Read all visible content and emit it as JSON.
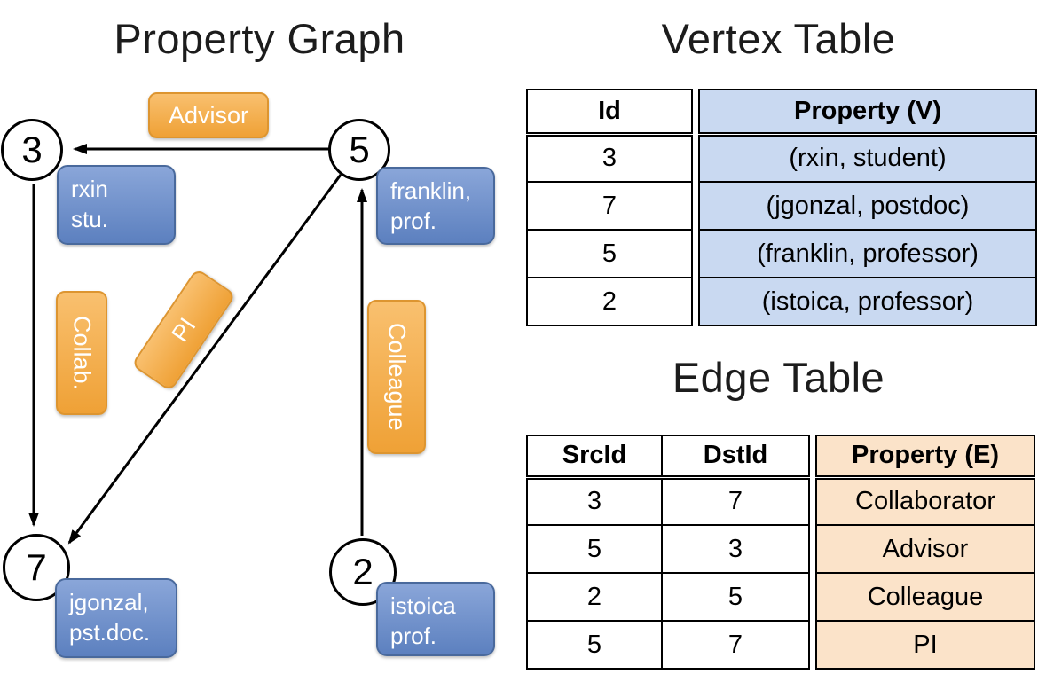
{
  "graph": {
    "title": "Property Graph",
    "nodes": [
      {
        "label": "3"
      },
      {
        "label": "5"
      },
      {
        "label": "7"
      },
      {
        "label": "2"
      }
    ],
    "vertex_boxes": [
      {
        "text": "rxin\nstu."
      },
      {
        "text": "franklin,\nprof."
      },
      {
        "text": "jgonzal,\npst.doc."
      },
      {
        "text": "istoica\nprof."
      }
    ],
    "edge_boxes": [
      {
        "label": "Advisor"
      },
      {
        "label": "Collab."
      },
      {
        "label": "PI"
      },
      {
        "label": "Colleague"
      }
    ]
  },
  "vertex_table": {
    "title": "Vertex Table",
    "columns": {
      "id": "Id",
      "property": "Property (V)"
    },
    "rows": [
      {
        "id": "3",
        "property": "(rxin, student)"
      },
      {
        "id": "7",
        "property": "(jgonzal, postdoc)"
      },
      {
        "id": "5",
        "property": "(franklin, professor)"
      },
      {
        "id": "2",
        "property": "(istoica, professor)"
      }
    ]
  },
  "edge_table": {
    "title": "Edge Table",
    "columns": {
      "src": "SrcId",
      "dst": "DstId",
      "property": "Property (E)"
    },
    "rows": [
      {
        "src": "3",
        "dst": "7",
        "property": "Collaborator"
      },
      {
        "src": "5",
        "dst": "3",
        "property": "Advisor"
      },
      {
        "src": "2",
        "dst": "5",
        "property": "Colleague"
      },
      {
        "src": "5",
        "dst": "7",
        "property": "PI"
      }
    ]
  },
  "colors": {
    "vertex_accent": "#6b8cc7",
    "edge_accent": "#f2a63e",
    "vertex_cell_bg": "#c9d9f1",
    "edge_cell_bg": "#fbe3c9"
  }
}
